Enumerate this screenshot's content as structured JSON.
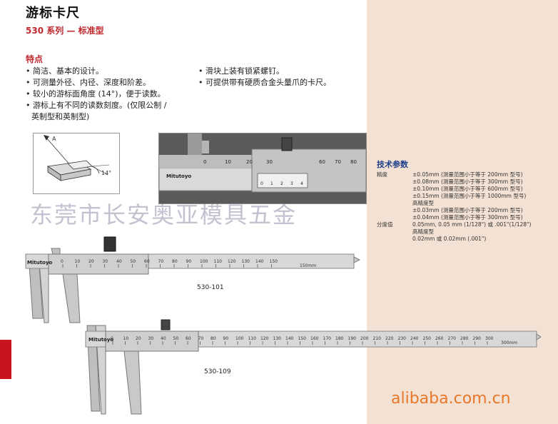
{
  "header": {
    "title": "游标卡尺",
    "subtitle": "530 系列 — 标准型"
  },
  "features": {
    "heading": "特点",
    "col1": [
      {
        "text": "简洁、基本的设计。"
      },
      {
        "text": "可测量外径、内径、深度和阶差。"
      },
      {
        "text": "较小的游标面角度 (14°)，便于读数。"
      },
      {
        "text": "游标上有不同的读数刻度。(仅限公制 /",
        "cont": "英制型和英制型)"
      }
    ],
    "col2": [
      {
        "text": "滑块上装有锁紧螺钉。"
      },
      {
        "text": "可提供带有硬质合金头量爪的卡尺。"
      }
    ]
  },
  "diagram": {
    "angle_label": "14°",
    "point_label": "A"
  },
  "closeup": {
    "brand": "Mitutoyo",
    "main_scale": [
      "0",
      "10",
      "20",
      "30",
      "60",
      "70",
      "80"
    ],
    "vernier_scale": [
      "0",
      "1",
      "2",
      "3",
      "4"
    ]
  },
  "watermark": "东莞市长安奥亚模具五金",
  "specs": {
    "heading": "技术参数",
    "rows": [
      {
        "label": "精度",
        "values": [
          "±0.05mm (测量范围小于等于 200mm 型号)",
          "±0.08mm (测量范围小于等于 300mm 型号)",
          "±0.10mm (测量范围小于等于 600mm 型号)",
          "±0.15mm (测量范围小于等于 1000mm 型号)",
          "高精度型",
          "±0.03mm (测量范围小于等于 200mm 型号)",
          "±0.04mm (测量范围小于等于 300mm 型号)"
        ]
      },
      {
        "label": "分度值",
        "values": [
          "0.05mm, 0.05 mm (1/128\") 或 .001\"(1/128\")",
          "高精度型",
          "0.02mm 或 0.02mm (.001\")"
        ]
      }
    ]
  },
  "calipers": [
    {
      "model": "530-101",
      "brand": "Mitutoyo",
      "scale_ticks": [
        "0",
        "10",
        "20",
        "30",
        "40",
        "50",
        "60",
        "70",
        "80",
        "90",
        "100",
        "110",
        "120",
        "130",
        "140",
        "150"
      ],
      "badge": "150mm"
    },
    {
      "model": "530-109",
      "brand": "Mitutoyo",
      "scale_ticks": [
        "0",
        "10",
        "20",
        "30",
        "40",
        "50",
        "60",
        "70",
        "80",
        "90",
        "100",
        "110",
        "120",
        "130",
        "140",
        "150",
        "160",
        "170",
        "180",
        "190",
        "200",
        "210",
        "220",
        "230",
        "240",
        "250",
        "260",
        "270",
        "280",
        "290",
        "300"
      ],
      "badge": "300mm"
    }
  ],
  "footer": {
    "url": "alibaba.com.cn"
  },
  "colors": {
    "accent_red": "#c0282d",
    "spec_blue": "#1e3f8a",
    "panel_bg": "#f3e2d4",
    "footer_orange": "#e8782a"
  }
}
